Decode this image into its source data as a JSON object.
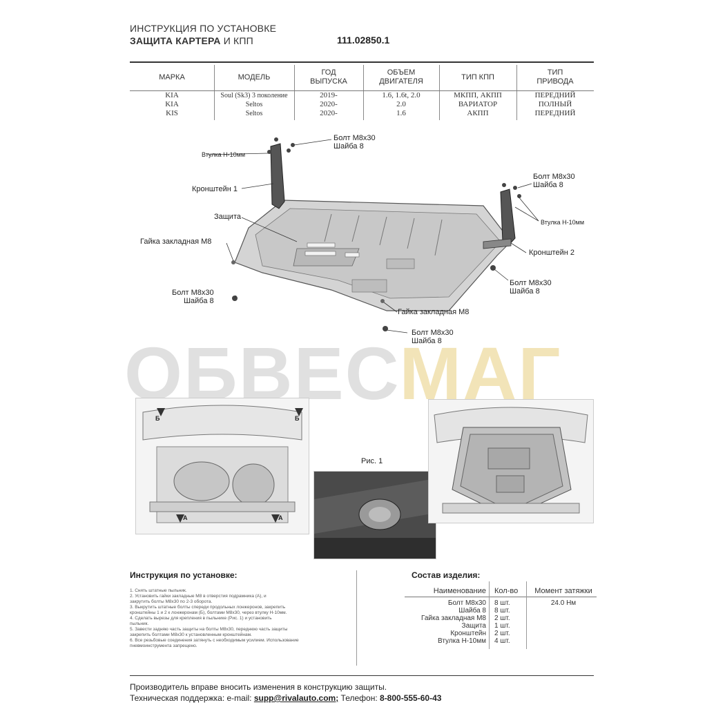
{
  "header": {
    "title_line1": "ИНСТРУКЦИЯ ПО УСТАНОВКЕ",
    "title_line2_bold": "ЗАЩИТА КАРТЕРА",
    "title_line2_rest": " И КПП",
    "doc_number": "111.02850.1"
  },
  "vehicle_table": {
    "headers": [
      "МАРКА",
      "МОДЕЛЬ",
      "ГОД\nВЫПУСКА",
      "ОБЪЕМ\nДВИГАТЕЛЯ",
      "ТИП КПП",
      "ТИП\nПРИВОДА"
    ],
    "rows": [
      [
        "KIA",
        "Soul (Sk3) 3 поколение",
        "2019-",
        "1.6, 1.6t, 2.0",
        "МКПП, АКПП",
        "ПЕРЕДНИЙ"
      ],
      [
        "KIA",
        "Seltos",
        "2020-",
        "2.0",
        "ВАРИАТОР",
        "ПОЛНЫЙ"
      ],
      [
        "KIS",
        "Seltos",
        "2020-",
        "1.6",
        "АКПП",
        "ПЕРЕДНИЙ"
      ]
    ]
  },
  "diagram_labels": {
    "bolt_top": "Болт М8х30\nШайба 8",
    "bushing_left": "Втулка Н-10мм",
    "bracket1": "Кронштейн 1",
    "guard": "Защита",
    "nut_left": "Гайка закладная М8",
    "bolt_left": "Болт М8х30\nШайба 8",
    "bolt_right_top": "Болт М8х30\nШайба 8",
    "bushing_right": "Втулка Н-10мм",
    "bracket2": "Кронштейн 2",
    "bolt_right": "Болт М8х30\nШайба 8",
    "nut_bottom": "Гайка закладная М8",
    "bolt_bottom": "Болт М8х30\nШайба 8"
  },
  "watermark": {
    "part1": "ОБВЕС",
    "part2": "МАГ"
  },
  "figure_caption": "Рис. 1",
  "photo_marks": {
    "b": "Б",
    "a": "А"
  },
  "instructions": {
    "heading": "Инструкция по установке:",
    "steps": [
      "1. Снять штатные пыльник.",
      "2. Установить гайки закладные М8 в отверстия подрамника (А), и",
      "закрутить болты М8х30 по 2-3 оборота.",
      "3. Выкрутить штатные болты спереди продольных лонжеронов, закрепить",
      "кронштейны 1 и 2 к лонжеронам (Б), болтами М8х30, через втулку Н-10мм.",
      "4. Сделать вырезы для крепления в пыльнике (Рис. 1) и установить",
      "пыльник.",
      "5. Завести задняю часть защиты на болты М8х30, переднюю часть защиты",
      "закрепить болтами М8х30 к установленным кронштейнам.",
      "6. Все резьбовые соединения затянуть с необходимым усилием. Использование",
      "пневмоинструмента запрещено."
    ]
  },
  "composition": {
    "heading": "Состав изделия:",
    "columns": [
      "Наименование",
      "Кол-во",
      "Момент затяжки"
    ],
    "rows": [
      [
        "Болт М8х30",
        "8 шт.",
        "24.0 Нм"
      ],
      [
        "Шайба 8",
        "8 шт.",
        ""
      ],
      [
        "Гайка закладная М8",
        "2 шт.",
        ""
      ],
      [
        "Защита",
        "1 шт.",
        ""
      ],
      [
        "Кронштейн",
        "2 шт.",
        ""
      ],
      [
        "Втулка Н-10мм",
        "4 шт.",
        ""
      ]
    ]
  },
  "footer": {
    "line1": "Производитель вправе вносить изменения в конструкцию защиты.",
    "support_label": "Техническая поддержка:  e-mail: ",
    "email": "supp@rivalauto.com;",
    "phone_label": " Телефон: ",
    "phone": "8-800-555-60-43"
  }
}
